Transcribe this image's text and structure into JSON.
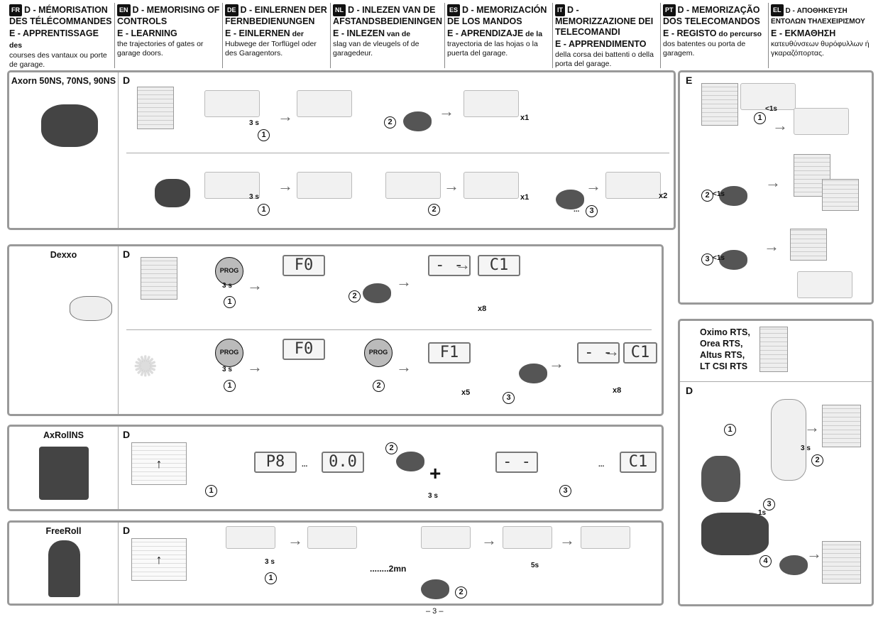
{
  "header": [
    {
      "code": "FR",
      "d": "D - MÉMORISATION DES TÉLÉCOMMANDES",
      "e": "E - APPRENTISSAGE",
      "e_rest": " des",
      "desc": "courses des vantaux ou porte de garage."
    },
    {
      "code": "EN",
      "d": "D - MEMORISING OF CONTROLS",
      "e": "E - LEARNING",
      "e_rest": "",
      "desc": "the trajectories of gates or garage doors."
    },
    {
      "code": "DE",
      "d": "D - EINLERNEN DER FERNBEDIENUNGEN",
      "e": "E - EINLERNEN",
      "e_rest": " der",
      "desc": "Hubwege der Torflügel oder des Garagentors."
    },
    {
      "code": "NL",
      "d": "D - INLEZEN VAN DE AFSTANDSBEDIENINGEN",
      "e": "E - INLEZEN",
      "e_rest": " van de",
      "desc": "slag van de vleugels of de garagedeur."
    },
    {
      "code": "ES",
      "d": "D - MEMORIZACIÓN DE LOS MANDOS",
      "e": "E - APRENDIZAJE",
      "e_rest": " de la",
      "desc": "trayectoria de las hojas o la puerta del garage."
    },
    {
      "code": "IT",
      "d": "D - MEMORIZZAZIONE DEI TELECOMANDI",
      "e": "E - APPRENDIMENTO",
      "e_rest": "",
      "desc": "della corsa dei battenti o della porta del garage."
    },
    {
      "code": "PT",
      "d": "D - MEMORIZAÇÃO DOS TELECOMANDOS",
      "e": "E - REGISTO",
      "e_rest": " do percurso",
      "desc": "dos batentes ou porta de garagem."
    },
    {
      "code": "EL",
      "d": "D - ΑΠΟΘΗΚΕΥΣΗ ΕΝΤΟΛΩΝ ΤΗΛΕΧΕΙΡΙΣΜΟΥ",
      "e": "E - ΕΚΜΑΘΗΣΗ",
      "e_rest": "",
      "desc": "κατευθύνσεων θυρόφυλλων ή γκαραζόπορτας."
    }
  ],
  "sections": {
    "axorn": {
      "label": "Axorn 50NS, 70NS, 90NS",
      "d": "D",
      "e": "E"
    },
    "dexxo": {
      "label": "Dexxo",
      "d": "D"
    },
    "axroll": {
      "label": "AxRollNS",
      "d": "D"
    },
    "freeroll": {
      "label": "FreeRoll",
      "d": "D"
    },
    "oximo": {
      "label_lines": [
        "Oximo RTS,",
        "Orea RTS,",
        "Altus RTS,",
        "LT CSI RTS"
      ],
      "d": "D"
    }
  },
  "steps": {
    "s3": "3 s",
    "x1": "x1",
    "x2": "x2",
    "x5": "x5",
    "x8": "x8",
    "lt1": "<1s",
    "one_s": "1s",
    "five_s": "5s",
    "two_mn": "........2mn",
    "prog": "PROG",
    "n1": "1",
    "n2": "2",
    "n3": "3",
    "n4": "4",
    "dots": "...",
    "plus": "+",
    "arrow": "→",
    "up": "↑",
    "dash": "- -"
  },
  "displays": {
    "f0": "F0",
    "f1": "F1",
    "dash": "- -",
    "c1": "C1",
    "p8": "P8",
    "zero": "0.0"
  },
  "page_number": "– 3 –",
  "colors": {
    "frame": "#999999",
    "badge": "#111111",
    "text": "#111111"
  }
}
